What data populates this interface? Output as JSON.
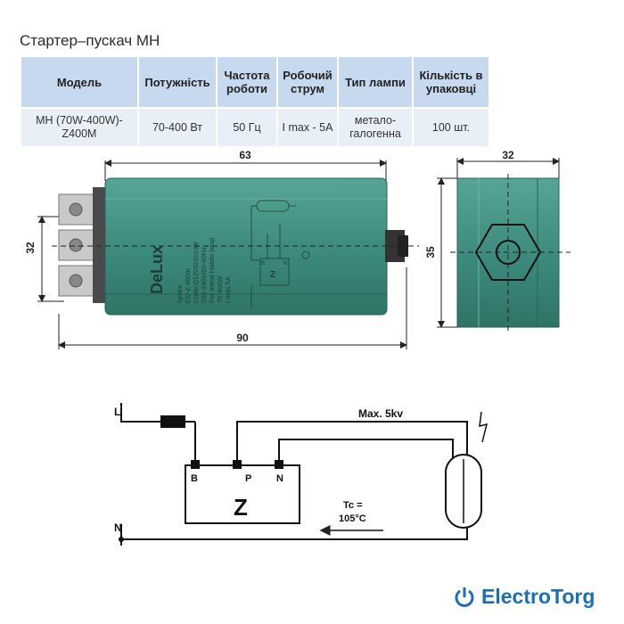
{
  "title": "Стартер–пускач MH",
  "table": {
    "headers": [
      "Модель",
      "Потужність",
      "Частота роботи",
      "Робочий струм",
      "Тип лампи",
      "Кількість в упаковці"
    ],
    "row": [
      "MH (70W-400W)-Z400M",
      "70-400 Вт",
      "50 Гц",
      "I max - 5A",
      "метало-галогенна",
      "100 шт."
    ]
  },
  "dimensions": {
    "top": "63",
    "bottom": "90",
    "left": "32",
    "side_top": "32",
    "side_right": "35"
  },
  "device": {
    "brand": "DeLux",
    "label_lines": [
      "Ignitor",
      "CD-Z 400m",
      "Code:Q12052101A9",
      "220-240V/50-60Hz",
      "For metal Halide lamp",
      "70-400W",
      "I max.5A"
    ],
    "terminals": [
      "B",
      "N"
    ]
  },
  "circuit": {
    "line": "L",
    "neutral": "N",
    "terminal_b": "B",
    "terminal_p": "P",
    "terminal_n": "N",
    "block": "Z",
    "max_voltage": "Max. 5kv",
    "tc_label": "Tc =",
    "tc_value": "105°C"
  },
  "logo": {
    "text": "ElectroTorg",
    "icon": "power-icon",
    "color": "#1b6fb8"
  },
  "colors": {
    "header_bg": "#c7d9ee",
    "cell_bg": "#e9eff7",
    "body": "#3d8c7f"
  }
}
